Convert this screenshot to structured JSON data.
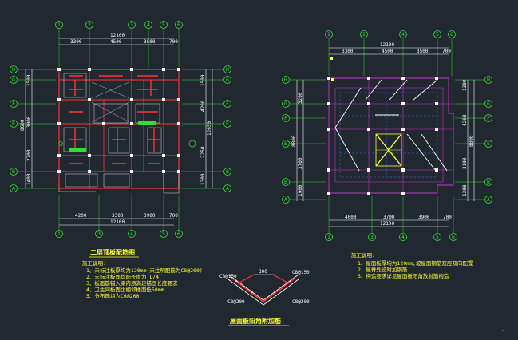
{
  "colors": {
    "background": "#212830",
    "axis": "#33dd33",
    "beam": "#ff3333",
    "column": "#ffffff",
    "wall": "#cc33cc",
    "highlight": "#ffff33",
    "text": "#ffffff",
    "rebar": "#4466ff"
  },
  "plan1": {
    "title": "二层顶板配筋图",
    "top_dims": [
      "3300",
      "4500",
      "3500",
      "700"
    ],
    "top_total": "12100",
    "bottom_dims": [
      "4200",
      "3300",
      "3900",
      "700"
    ],
    "bottom_total": "12100",
    "left_dims": [
      "1500",
      "3000",
      "2700",
      "1400"
    ],
    "left_total": "8600",
    "right_dims": [
      "1500",
      "4200",
      "2250",
      "1300"
    ],
    "right_total": "12650",
    "col_axes": [
      "1",
      "2",
      "3",
      "4",
      "5",
      "6"
    ],
    "bottom_axes": [
      "1",
      "3",
      "4",
      "5",
      "6"
    ],
    "row_axes": [
      "H",
      "G",
      "F",
      "E",
      "B",
      "A"
    ],
    "notes_title": "施工说明:",
    "notes": [
      "1、未标注板厚均为120mm(未注明配筋为C8@200)",
      "2、未标注板面负筋长度为 L/4",
      "3、板面筋锚入梁内须满足锚固长度要求",
      "4、卫生间板面比相邻楼面低50mm",
      "5、分布筋均为C6@200"
    ]
  },
  "plan2": {
    "top_dims": [
      "3300",
      "4500",
      "3500",
      "700"
    ],
    "top_total": "12100",
    "bottom_dims": [
      "4000",
      "3700",
      "3900",
      "700"
    ],
    "bottom_total": "12100",
    "left_dims": [
      "3200",
      "3700",
      "1900"
    ],
    "left_total": "8800",
    "right_dims": [
      "1300",
      "4200",
      "3100",
      "1300"
    ],
    "right_total": "8800",
    "col_axes": [
      "1",
      "2",
      "4",
      "5",
      "6"
    ],
    "bottom_axes": [
      "1",
      "3",
      "4",
      "5",
      "6"
    ],
    "row_axes": [
      "H",
      "G",
      "F",
      "E",
      "B",
      "A"
    ],
    "notes_title": "施工说明:",
    "notes": [
      "1、屋面板厚均为120mm,坡屋面钢筋双层双向配置",
      "2、屋脊处设附加钢筋",
      "3、构造要求详见屋面板阳角放射筋构造"
    ]
  },
  "detail": {
    "title": "屋面板阳角附加筋",
    "dim": "300",
    "labels": [
      "C8@150",
      "C8@200",
      "C8@150",
      "C8@200"
    ]
  }
}
